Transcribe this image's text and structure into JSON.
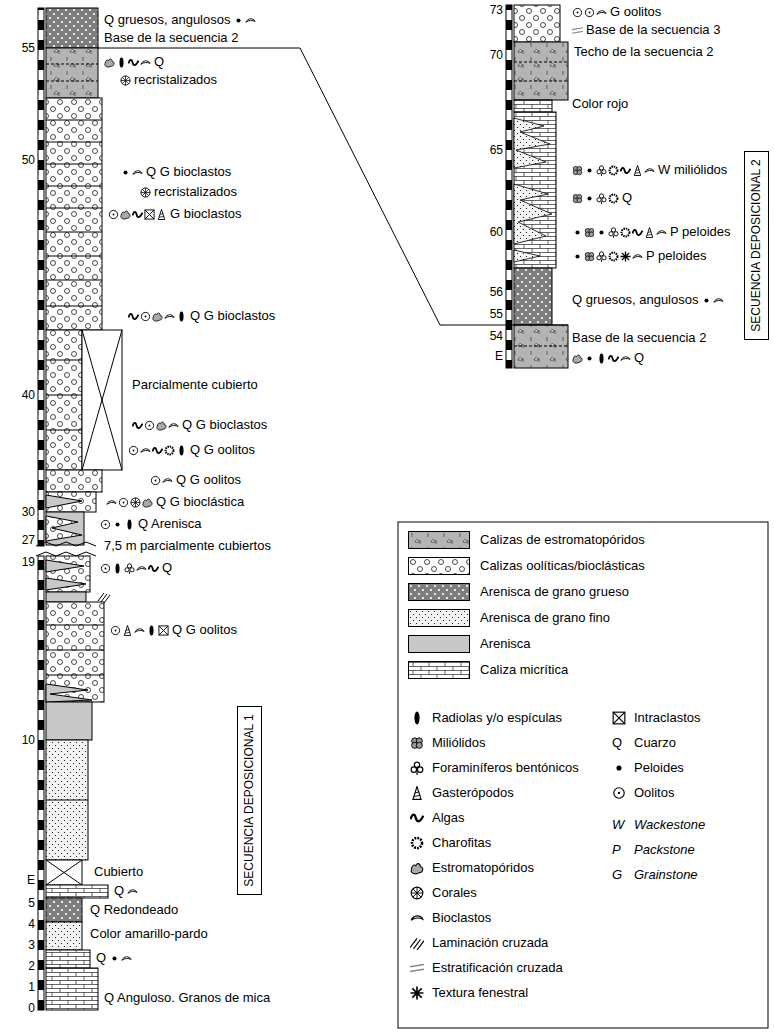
{
  "diagram": {
    "nodes": [
      {
        "text": [
          "SECUENCIA DEPOSICIONAL 1"
        ]
      },
      {
        "text": [
          "SECUENCIA DEPOSICIONAL 2"
        ]
      }
    ],
    "labels": [
      "55",
      "50",
      "40",
      "30",
      "27",
      "19",
      "10",
      "E",
      "5",
      "4",
      "3",
      "2",
      "1",
      "0",
      "Q gruesos, angulosos",
      "Base de la secuencia 2",
      "Q",
      "recristalizados",
      "Q G bioclastos",
      "recristalizados",
      "G bioclastos",
      "Q G bioclastos",
      "Parcialmente cubierto",
      "Q G bioclastos",
      "Q G oolitos",
      "Q G oolitos",
      "Q G bioclástica",
      "Q Arenisca",
      "7,5 m parcialmente cubiertos",
      "Q",
      "Q G oolitos",
      "Cubierto",
      "Q",
      "Q Redondeado",
      "Color amarillo-pardo",
      "Q",
      "Q Anguloso. Granos de mica",
      "73",
      "70",
      "65",
      "60",
      "56",
      "55",
      "54",
      "E",
      "G oolitos",
      "Base de la secuencia 3",
      "Techo de la secuencia 2",
      "Color rojo",
      "W miliólidos",
      "Q",
      "P peloides",
      "P peloides",
      "Q gruesos, angulosos",
      "Base de la secuencia 2",
      "Q",
      "Q",
      "W",
      "P",
      "G"
    ],
    "legend": [
      {
        "text": "Calizas de estromatopóridos",
        "color": "#b4b4b4"
      },
      {
        "text": "Calizas oolíticas/bioclásticas",
        "color": "#ffffff"
      },
      {
        "text": "Arenisca de grano grueso",
        "color": "#7d7d7d"
      },
      {
        "text": "Arenisca de grano fino",
        "color": "#f4f4f4"
      },
      {
        "text": "Arenisca",
        "color": "#c8c8c8"
      },
      {
        "text": "Caliza micrítica",
        "color": "#ffffff"
      },
      {
        "text": "Radiolas y/o espículas"
      },
      {
        "text": "Miliólidos"
      },
      {
        "text": "Foraminíferos bentónicos"
      },
      {
        "text": "Gasterópodos"
      },
      {
        "text": "Algas"
      },
      {
        "text": "Charofitas"
      },
      {
        "text": "Estromatopóridos"
      },
      {
        "text": "Corales"
      },
      {
        "text": "Bioclastos"
      },
      {
        "text": "Laminación cruzada"
      },
      {
        "text": "Estratificación cruzada"
      },
      {
        "text": "Textura fenestral"
      },
      {
        "text": "Intraclastos"
      },
      {
        "text": "Cuarzo"
      },
      {
        "text": "Peloides"
      },
      {
        "text": "Oolitos"
      },
      {
        "text": "Wackestone"
      },
      {
        "text": "Packstone"
      },
      {
        "text": "Grainstone"
      }
    ]
  }
}
